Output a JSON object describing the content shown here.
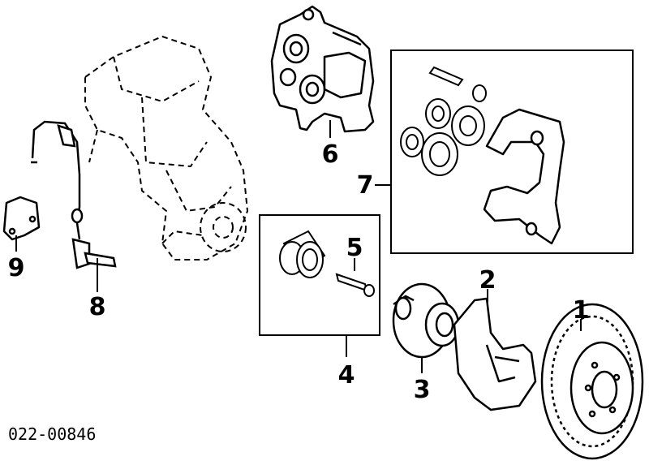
{
  "diagram": {
    "reference_code": "022-00846",
    "callouts": {
      "c1": "1",
      "c2": "2",
      "c3": "3",
      "c4": "4",
      "c5": "5",
      "c6": "6",
      "c7": "7",
      "c8": "8",
      "c9": "9"
    }
  }
}
